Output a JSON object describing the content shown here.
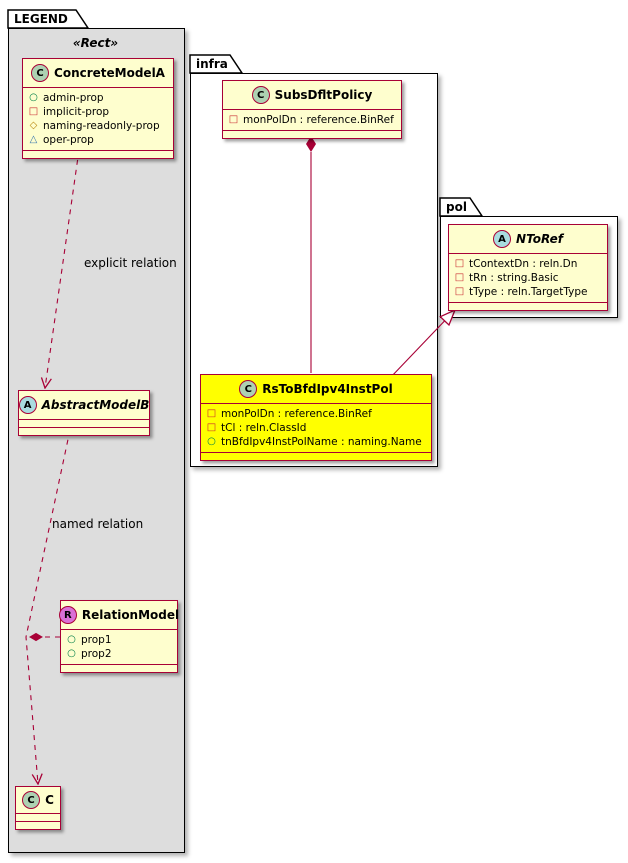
{
  "colors": {
    "edge": "#A80036",
    "class_background": "#FEFECE",
    "class_border": "#A80036",
    "highlight_background": "#FFFF00",
    "legend_background": "#DDDDDD",
    "spot_class": "#ADD1B2",
    "spot_abstract": "#A9DCDF",
    "spot_relation": "#DA70D6"
  },
  "packages": {
    "legend": {
      "title": "LEGEND",
      "stereotype": "«Rect»"
    },
    "infra": {
      "title": "infra"
    },
    "pol": {
      "title": "pol"
    }
  },
  "legend": {
    "concreteModelA": {
      "spot": "C",
      "name": "ConcreteModelA",
      "attrs": [
        {
          "glyph": "○",
          "cls": "vis vis-circle",
          "text": "admin-prop"
        },
        {
          "glyph": "□",
          "cls": "vis vis-square",
          "text": "implicit-prop"
        },
        {
          "glyph": "◇",
          "cls": "vis vis-diamond",
          "text": "naming-readonly-prop"
        },
        {
          "glyph": "△",
          "cls": "vis vis-triangle",
          "text": "oper-prop"
        }
      ]
    },
    "abstractModelB": {
      "spot": "A",
      "name": "AbstractModelB"
    },
    "relationModel": {
      "spot": "R",
      "name": "RelationModel",
      "attrs": [
        {
          "glyph": "○",
          "cls": "vis vis-circle",
          "text": "prop1"
        },
        {
          "glyph": "○",
          "cls": "vis vis-circle",
          "text": "prop2"
        }
      ]
    },
    "classC": {
      "spot": "C",
      "name": "C"
    }
  },
  "infra": {
    "subsDfltPolicy": {
      "spot": "C",
      "name": "SubsDfltPolicy",
      "attrs": [
        {
          "glyph": "□",
          "cls": "vis vis-square",
          "text": "monPolDn : reference.BinRef"
        }
      ]
    },
    "rsToBfdIpv4InstPol": {
      "spot": "C",
      "name": "RsToBfdIpv4InstPol",
      "attrs": [
        {
          "glyph": "□",
          "cls": "vis vis-square",
          "text": "monPolDn : reference.BinRef"
        },
        {
          "glyph": "□",
          "cls": "vis vis-square",
          "text": "tCl : reln.ClassId"
        },
        {
          "glyph": "○",
          "cls": "vis vis-circle",
          "text": "tnBfdIpv4InstPolName : naming.Name"
        }
      ]
    }
  },
  "pol": {
    "nToRef": {
      "spot": "A",
      "name": "NToRef",
      "attrs": [
        {
          "glyph": "□",
          "cls": "vis vis-square",
          "text": "tContextDn : reln.Dn"
        },
        {
          "glyph": "□",
          "cls": "vis vis-square",
          "text": "tRn : string.Basic"
        },
        {
          "glyph": "□",
          "cls": "vis vis-square",
          "text": "tType : reln.TargetType"
        }
      ]
    }
  },
  "edges": {
    "explicit_label": "explicit relation",
    "named_label": "named relation"
  }
}
